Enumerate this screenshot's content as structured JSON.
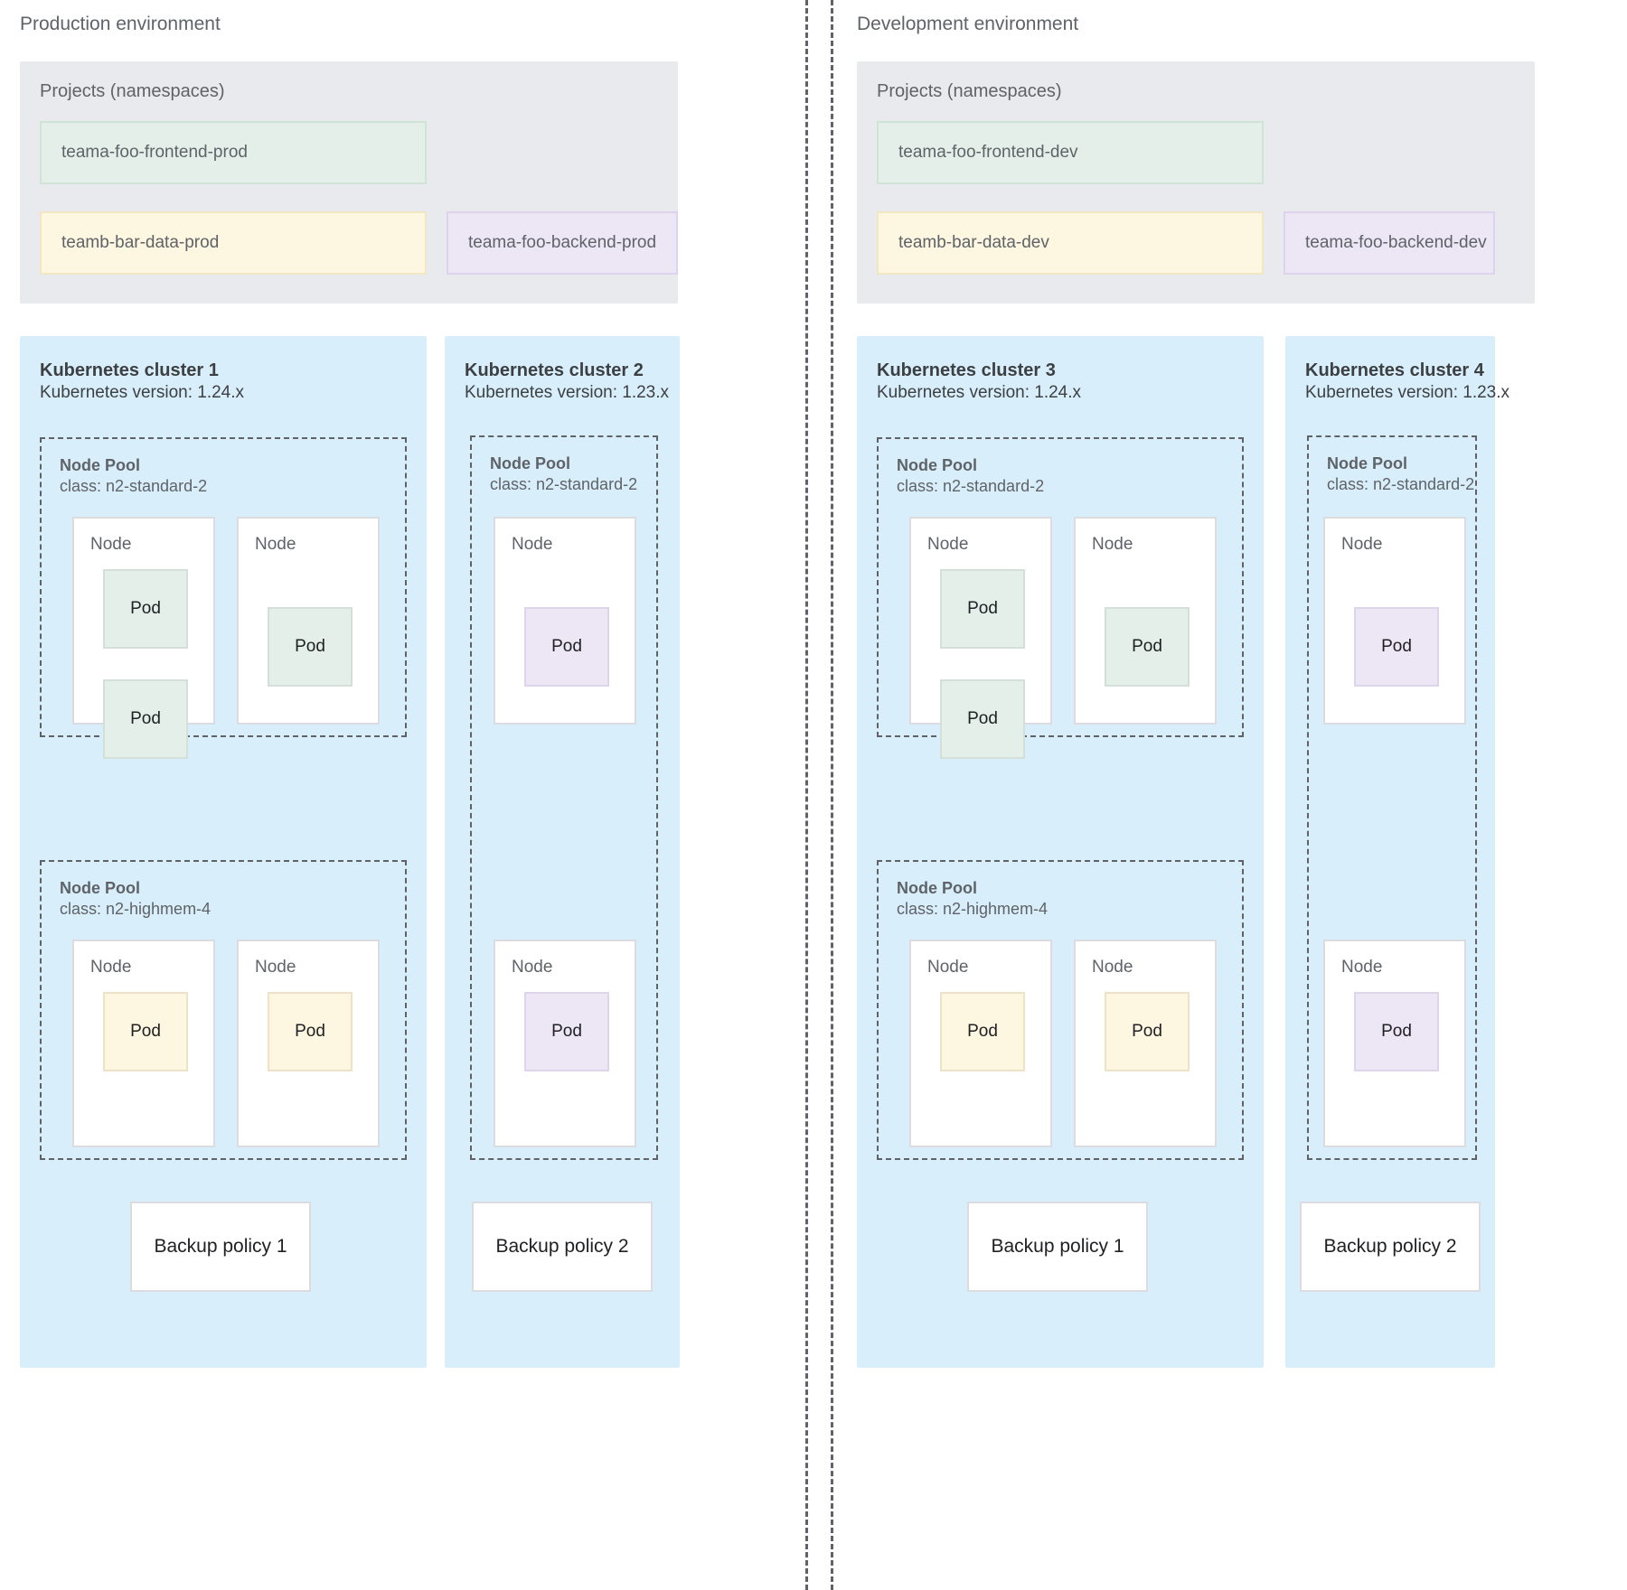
{
  "environments": [
    {
      "id": "production",
      "title": "Production environment",
      "projects": {
        "label": "Projects (namespaces)",
        "items": [
          {
            "name": "teama-foo-frontend-prod",
            "color": "green",
            "hex": "#e3efe8"
          },
          {
            "name": "teamb-bar-data-prod",
            "color": "yellow",
            "hex": "#fdf6e0"
          },
          {
            "name": "teama-foo-backend-prod",
            "color": "purple",
            "hex": "#ede7f5"
          }
        ]
      },
      "clusters": [
        {
          "name": "Kubernetes cluster 1",
          "version": "Kubernetes version: 1.24.x",
          "node_pools": [
            {
              "title": "Node Pool",
              "class": "class: n2-standard-2",
              "nodes": [
                {
                  "label": "Node",
                  "pods": [
                    {
                      "label": "Pod",
                      "color": "green"
                    },
                    {
                      "label": "Pod",
                      "color": "green"
                    }
                  ]
                },
                {
                  "label": "Node",
                  "pods": [
                    {
                      "label": "Pod",
                      "color": "green"
                    }
                  ]
                }
              ]
            },
            {
              "title": "Node Pool",
              "class": "class: n2-highmem-4",
              "nodes": [
                {
                  "label": "Node",
                  "pods": [
                    {
                      "label": "Pod",
                      "color": "yellow"
                    }
                  ]
                },
                {
                  "label": "Node",
                  "pods": [
                    {
                      "label": "Pod",
                      "color": "yellow"
                    }
                  ]
                }
              ]
            }
          ],
          "backup_policy": "Backup policy 1"
        },
        {
          "name": "Kubernetes cluster 2",
          "version": "Kubernetes version: 1.23.x",
          "node_pools": [
            {
              "title": "Node Pool",
              "class": "class: n2-standard-2",
              "nodes": [
                {
                  "label": "Node",
                  "pods": [
                    {
                      "label": "Pod",
                      "color": "purple"
                    }
                  ]
                },
                {
                  "label": "Node",
                  "pods": [
                    {
                      "label": "Pod",
                      "color": "purple"
                    }
                  ]
                }
              ]
            }
          ],
          "backup_policy": "Backup policy 2"
        }
      ]
    },
    {
      "id": "development",
      "title": "Development environment",
      "projects": {
        "label": "Projects (namespaces)",
        "items": [
          {
            "name": "teama-foo-frontend-dev",
            "color": "green",
            "hex": "#e3efe8"
          },
          {
            "name": "teamb-bar-data-dev",
            "color": "yellow",
            "hex": "#fdf6e0"
          },
          {
            "name": "teama-foo-backend-dev",
            "color": "purple",
            "hex": "#ede7f5"
          }
        ]
      },
      "clusters": [
        {
          "name": "Kubernetes cluster 3",
          "version": "Kubernetes version: 1.24.x",
          "node_pools": [
            {
              "title": "Node Pool",
              "class": "class: n2-standard-2",
              "nodes": [
                {
                  "label": "Node",
                  "pods": [
                    {
                      "label": "Pod",
                      "color": "green"
                    },
                    {
                      "label": "Pod",
                      "color": "green"
                    }
                  ]
                },
                {
                  "label": "Node",
                  "pods": [
                    {
                      "label": "Pod",
                      "color": "green"
                    }
                  ]
                }
              ]
            },
            {
              "title": "Node Pool",
              "class": "class: n2-highmem-4",
              "nodes": [
                {
                  "label": "Node",
                  "pods": [
                    {
                      "label": "Pod",
                      "color": "yellow"
                    }
                  ]
                },
                {
                  "label": "Node",
                  "pods": [
                    {
                      "label": "Pod",
                      "color": "yellow"
                    }
                  ]
                }
              ]
            }
          ],
          "backup_policy": "Backup policy 1"
        },
        {
          "name": "Kubernetes cluster 4",
          "version": "Kubernetes version: 1.23.x",
          "node_pools": [
            {
              "title": "Node Pool",
              "class": "class: n2-standard-2",
              "nodes": [
                {
                  "label": "Node",
                  "pods": [
                    {
                      "label": "Pod",
                      "color": "purple"
                    }
                  ]
                },
                {
                  "label": "Node",
                  "pods": [
                    {
                      "label": "Pod",
                      "color": "purple"
                    }
                  ]
                }
              ]
            }
          ],
          "backup_policy": "Backup policy 2"
        }
      ]
    }
  ],
  "colors": {
    "cluster_bg": "#d9eefb",
    "projects_bg": "#e8eaed",
    "green": "#e3efe8",
    "yellow": "#fdf6e0",
    "purple": "#ede7f5",
    "divider": "#5f6368",
    "node_border": "#dadce0"
  }
}
